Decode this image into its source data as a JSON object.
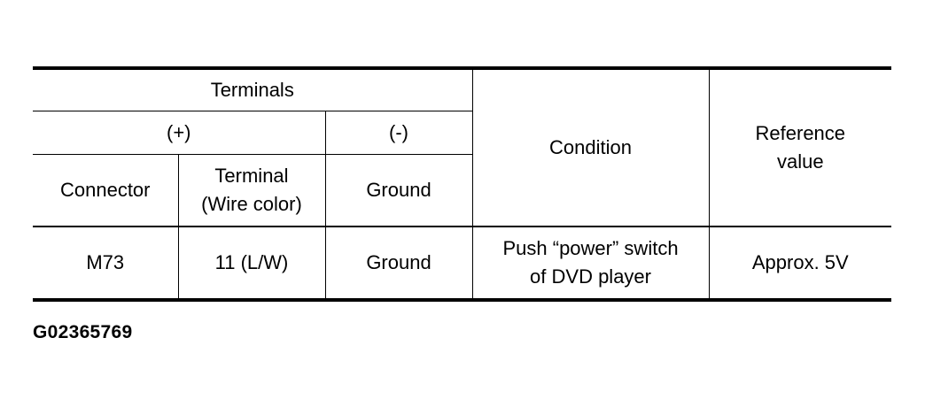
{
  "table": {
    "header": {
      "terminals": "Terminals",
      "plus": "(+)",
      "minus": "(-)",
      "connector": "Connector",
      "terminal_line1": "Terminal",
      "terminal_line2": "(Wire color)",
      "ground": "Ground",
      "condition": "Condition",
      "reference_line1": "Reference",
      "reference_line2": "value"
    },
    "rows": [
      {
        "connector": "M73",
        "terminal": "11 (L/W)",
        "ground": "Ground",
        "condition_line1": "Push “power” switch",
        "condition_line2": "of DVD player",
        "reference": "Approx. 5V"
      }
    ]
  },
  "figure_code": "G02365769"
}
